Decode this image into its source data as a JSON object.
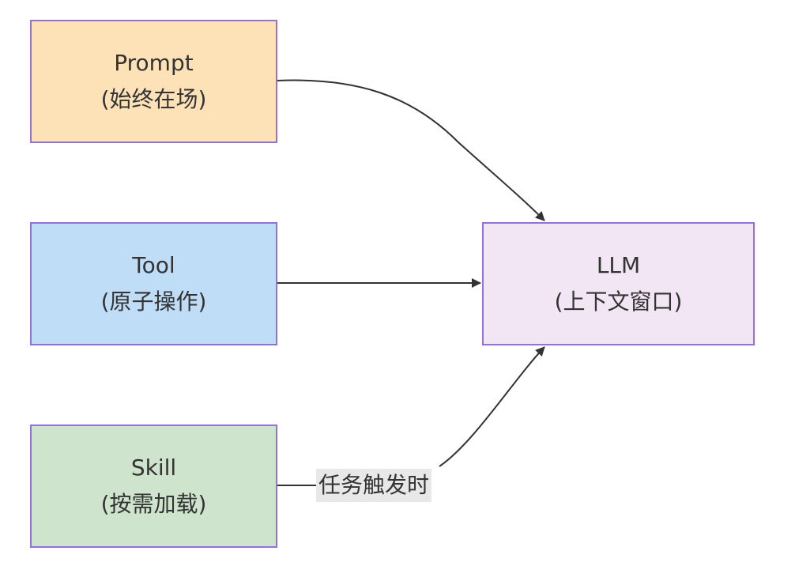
{
  "colors": {
    "border": "#9370DB",
    "text": "#333333",
    "edge": "#333333",
    "label_bg": "#e8e8e8"
  },
  "nodes": {
    "prompt": {
      "title": "Prompt",
      "subtitle": "(始终在场)",
      "fill": "#fde2b8"
    },
    "tool": {
      "title": "Tool",
      "subtitle": "(原子操作)",
      "fill": "#c0ddf8"
    },
    "skill": {
      "title": "Skill",
      "subtitle": "(按需加载)",
      "fill": "#cfe4cc"
    },
    "llm": {
      "title": "LLM",
      "subtitle": "(上下文窗口)",
      "fill": "#f2e5f4"
    }
  },
  "edges": [
    {
      "from": "prompt",
      "to": "llm",
      "label": ""
    },
    {
      "from": "tool",
      "to": "llm",
      "label": ""
    },
    {
      "from": "skill",
      "to": "llm",
      "label": "任务触发时"
    }
  ]
}
